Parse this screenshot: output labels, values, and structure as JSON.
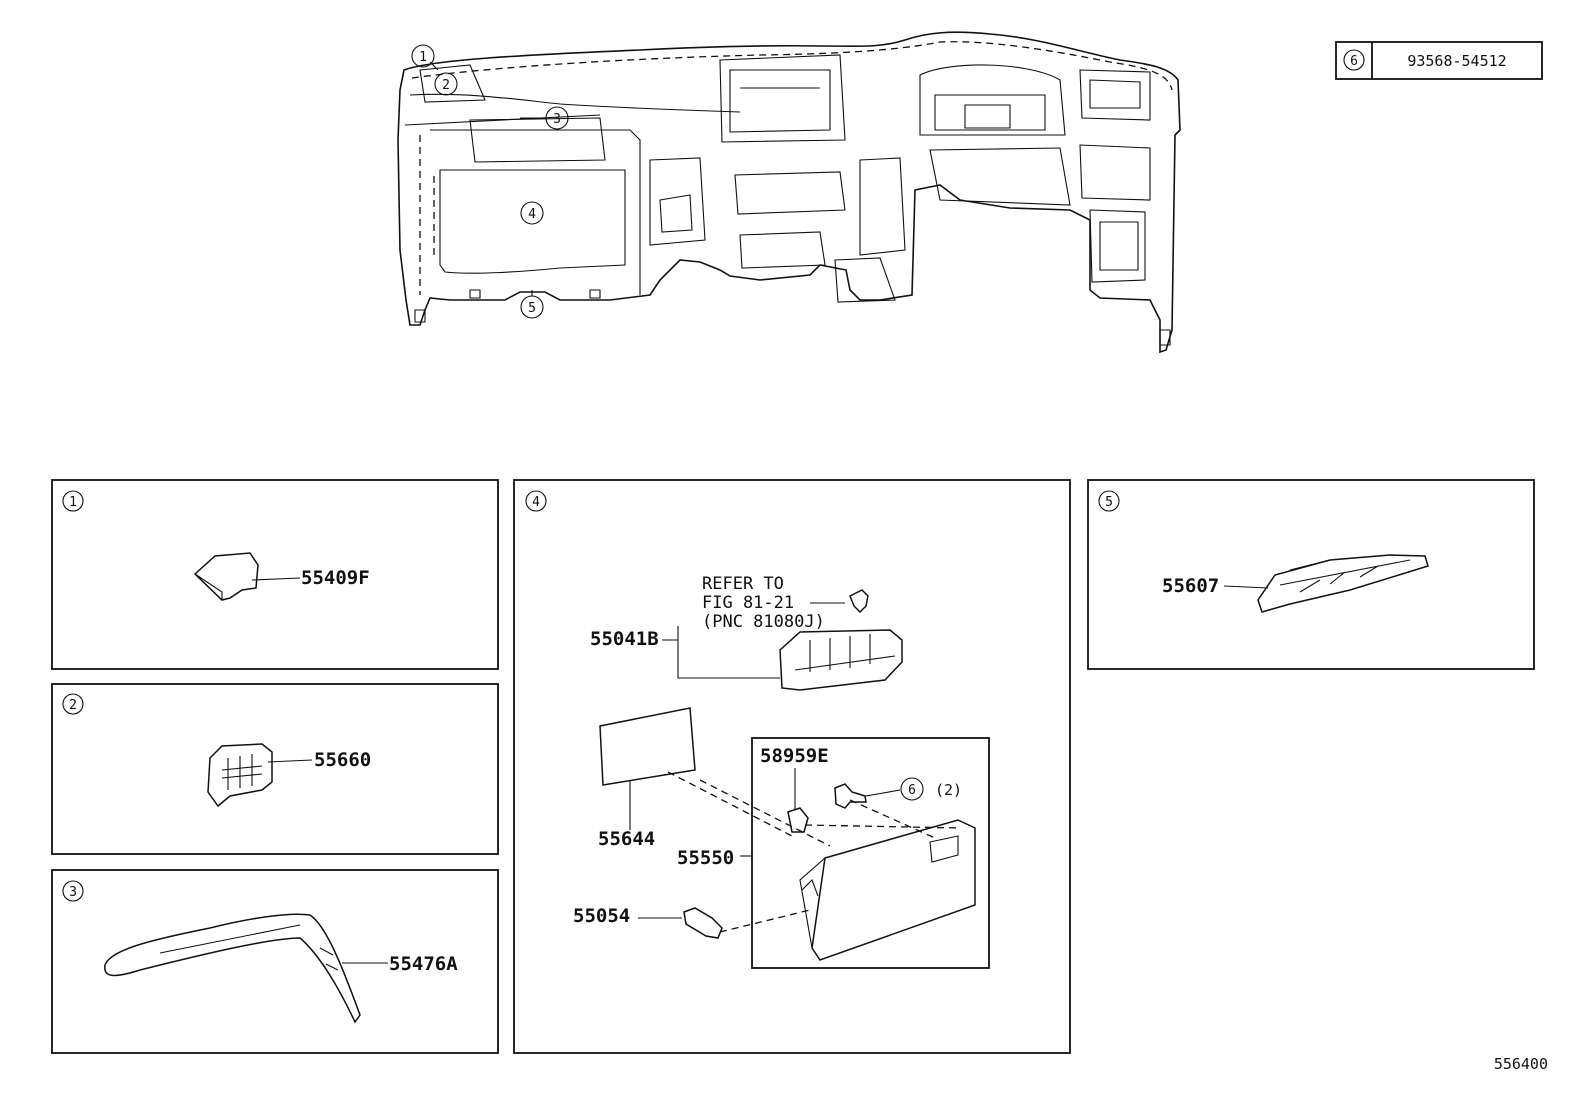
{
  "diagram_number": "556400",
  "overview": {
    "callouts": [
      "1",
      "2",
      "3",
      "4",
      "5"
    ]
  },
  "fastener": {
    "callout": "6",
    "part_number": "93568-54512"
  },
  "panels": [
    {
      "callout": "1",
      "parts": [
        "55409F"
      ]
    },
    {
      "callout": "2",
      "parts": [
        "55660"
      ]
    },
    {
      "callout": "3",
      "parts": [
        "55476A"
      ]
    },
    {
      "callout": "4",
      "parts": [
        "55041B",
        "55644",
        "55550",
        "55054",
        "58959E"
      ],
      "reference": [
        "REFER TO",
        "FIG 81-21",
        "(PNC 81080J)"
      ],
      "sub_callout": "6",
      "quantity": "(2)"
    },
    {
      "callout": "5",
      "parts": [
        "55607"
      ]
    }
  ]
}
